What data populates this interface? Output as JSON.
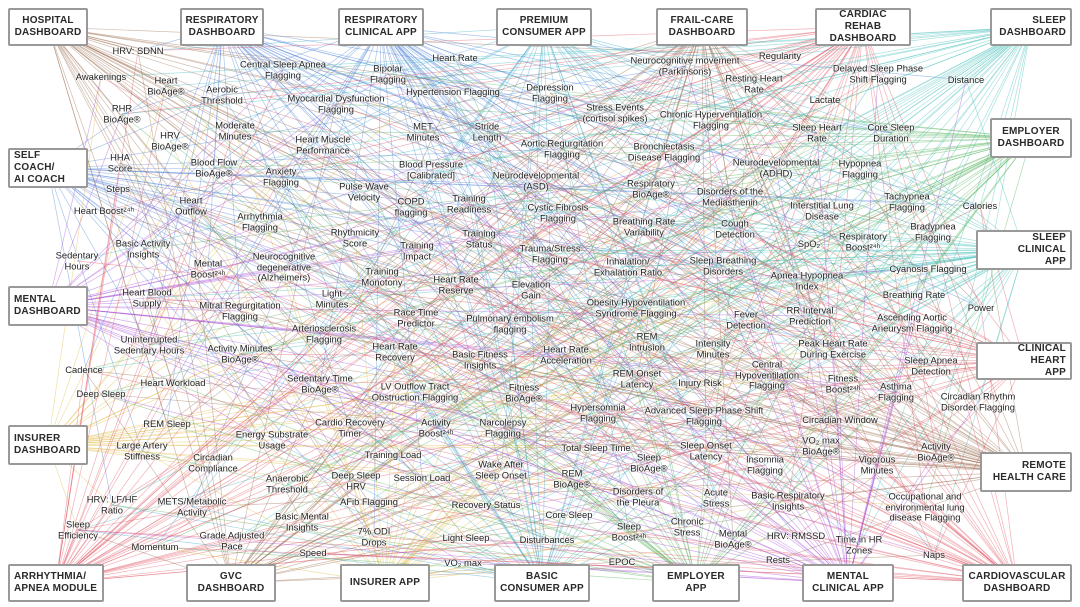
{
  "dashboards": [
    {
      "id": "hospital",
      "label": "HOSPITAL\nDASHBOARD",
      "color": "#9a6b4b"
    },
    {
      "id": "resp_dash",
      "label": "RESPIRATORY\nDASHBOARD",
      "color": "#4a7fd4"
    },
    {
      "id": "resp_clin",
      "label": "RESPIRATORY\nCLINICAL APP",
      "color": "#4a7fd4"
    },
    {
      "id": "premium",
      "label": "PREMIUM\nCONSUMER APP",
      "color": "#39a6c9"
    },
    {
      "id": "frail",
      "label": "FRAIL-CARE\nDASHBOARD",
      "color": "#9a6b4b"
    },
    {
      "id": "cardiac_rehab",
      "label": "CARDIAC REHAB\nDASHBOARD",
      "color": "#e05060"
    },
    {
      "id": "sleep_dash",
      "label": "SLEEP\nDASHBOARD",
      "color": "#3bbcb8"
    },
    {
      "id": "self_coach",
      "label": "SELF COACH/\nAI COACH",
      "color": "#4a7fd4"
    },
    {
      "id": "employer_dash",
      "label": "EMPLOYER\nDASHBOARD",
      "color": "#4caf50"
    },
    {
      "id": "sleep_clin",
      "label": "SLEEP CLINICAL\nAPP",
      "color": "#3bbcb8"
    },
    {
      "id": "mental_dash",
      "label": "MENTAL\nDASHBOARD",
      "color": "#a64ad6"
    },
    {
      "id": "clin_heart",
      "label": "CLINICAL HEART\nAPP",
      "color": "#e05060"
    },
    {
      "id": "insurer_dash",
      "label": "INSURER\nDASHBOARD",
      "color": "#e0b93a"
    },
    {
      "id": "remote",
      "label": "REMOTE\nHEALTH CARE",
      "color": "#9a6b4b"
    },
    {
      "id": "arrhythmia",
      "label": "ARRHYTHMIA/\nAPNEA MODULE",
      "color": "#e05060"
    },
    {
      "id": "gvc",
      "label": "GVC\nDASHBOARD",
      "color": "#9a6b4b"
    },
    {
      "id": "insurer_app",
      "label": "INSURER APP",
      "color": "#e0b93a"
    },
    {
      "id": "basic",
      "label": "BASIC\nCONSUMER APP",
      "color": "#39a6c9"
    },
    {
      "id": "employer_app",
      "label": "EMPLOYER\nAPP",
      "color": "#4caf50"
    },
    {
      "id": "mental_clin",
      "label": "MENTAL\nCLINICAL APP",
      "color": "#a64ad6"
    },
    {
      "id": "cardio",
      "label": "CARDIOVASCULAR\nDASHBOARD",
      "color": "#e05060"
    }
  ],
  "features": [
    "HRV: SDNN",
    "Heart Rate",
    "Neurocognitive movement\n(Parkinsons)",
    "Regularity",
    "Central Sleep Apnea\nFlagging",
    "Bipolar\nFlagging",
    "Delayed Sleep Phase\nShift Flagging",
    "Distance",
    "Awakenings",
    "Heart\nBioAge®",
    "Aerobic\nThreshold",
    "Depression\nFlagging",
    "Resting Heart\nRate",
    "Hypertension Flagging",
    "Myocardial Dysfunction\nFlagging",
    "Lactate",
    "RHR\nBioAge®",
    "Stress Events\n(cortisol spikes)",
    "Chronic Hyperventilation\nFlagging",
    "Moderate\nMinutes",
    "MET\nMinutes",
    "Stride\nLength",
    "Sleep Heart\nRate",
    "Core Sleep\nDuration",
    "HRV\nBioAge®",
    "Heart Muscle\nPerformance",
    "Aortic Regurgitation\nFlagging",
    "Bronchiectasis\nDisease Flagging",
    "HHA\nScore",
    "Blood Flow\nBioAge®",
    "Blood Pressure\n[Calibrated]",
    "Neurodevelopmental\n(ADHD)",
    "Hypopnea\nFlagging",
    "Anxiety\nFlagging",
    "Neurodevelopmental\n(ASD)",
    "Steps",
    "Pulse Wave\nVelocity",
    "Respiratory\nBioAge®",
    "Disorders of the\nMediasthenin",
    "Tachypnea\nFlagging",
    "Heart Boost²⁴ʰ",
    "Heart\nOutflow",
    "COPD\nflagging",
    "Training\nReadiness",
    "Cystic Fibrosis\nFlagging",
    "Calories",
    "Arrhythmia\nFlagging",
    "Interstitial Lung\nDisease",
    "Cough\nDetection",
    "Bradypnea\nFlagging",
    "Rhythmicity\nScore",
    "Training\nStatus",
    "Breathing Rate\nVariability",
    "Basic Activity\nInsights",
    "Training\nImpact",
    "Trauma/Stress\nFlagging",
    "SpO₂",
    "Respiratory\nBoost²⁴ʰ",
    "Sedentary\nHours",
    "Neurocognitive\ndegenerative\n(Alzheimers)",
    "Mental\nBoost²⁴ʰ",
    "Sleep Breathing\nDisorders",
    "Inhalation/\nExhalation Ratio",
    "Cyanosis Flagging",
    "Training\nMonotony",
    "Apnea Hypopnea\nIndex",
    "Heart Rate\nReserve",
    "Elevation\nGain",
    "Heart Blood\nSupply",
    "Light\nMinutes",
    "Breathing Rate",
    "Obesity Hypoventilation\nSyndrome Flagging",
    "Mitral Regurgitation\nFlagging",
    "RR Interval\nPrediction",
    "Power",
    "Race Time\nPredictor",
    "Fever\nDetection",
    "Ascending Aortic\nAneurysm Flagging",
    "Pulmonary embolism\nflagging",
    "Arteriosclerosis\nFlagging",
    "Uninterrupted\nSedentary Hours",
    "REM\nIntrusion",
    "Activity Minutes\nBioAge®",
    "Heart Rate\nRecovery",
    "Peak Heart Rate\nDuring Exercise",
    "Intensity\nMinutes",
    "Basic Fitness\nInsights",
    "Heart Rate\nAcceleration",
    "Sleep Apnea\nDetection",
    "Central\nHypoventilation\nFlagging",
    "Cadence",
    "REM Onset\nLatency",
    "Sedentary Time\nBioAge®",
    "Fitness\nBoost²⁴ʰ",
    "Heart Workload",
    "Injury Risk",
    "LV Outflow Tract\nObstruction Flagging",
    "Asthma\nFlagging",
    "Circadian Rhythm\nDisorder Flagging",
    "Deep Sleep",
    "Fitness\nBioAge®",
    "Hypersomnia\nFlagging",
    "Advanced Sleep Phase Shift\nFlagging",
    "REM Sleep",
    "Cardio Recovery\nTimer",
    "Circadian Window",
    "Activity\nBoost²⁴ʰ",
    "Energy Substrate\nUsage",
    "Narcolepsy\nFlagging",
    "Large Artery\nStiffness",
    "Total Sleep Time",
    "VO₂ max\nBioAge®",
    "Sleep Onset\nLatency",
    "Activity\nBioAge®",
    "Circadian\nCompliance",
    "Training Load",
    "Sleep\nBioAge®",
    "Insomnia\nFlagging",
    "Vigorous\nMinutes",
    "Wake After\nSleep Onset",
    "Anaerobic\nThreshold",
    "Deep Sleep\nHRV",
    "Session Load",
    "REM\nBioAge®",
    "Disorders of\nthe Pleura",
    "Acute\nStress",
    "Basic Respiratory\nInsights",
    "Occupational and\nenvironmental lung\ndisease Flagging",
    "HRV: LF/HF\nRatio",
    "METS/Metabolic\nActivity",
    "AFib Flagging",
    "Recovery Status",
    "Basic Mental\nInsights",
    "Sleep\nEfficiency",
    "Core Sleep",
    "Chronic\nStress",
    "Grade Adjusted\nPace",
    "7% ODI\nDrops",
    "Sleep\nBoost²⁴ʰ",
    "Mental\nBioAge®",
    "HRV: RMSSD",
    "Time in HR\nZones",
    "Momentum",
    "Light Sleep",
    "Disturbances",
    "Speed",
    "Naps",
    "VO₂ max",
    "EPOC",
    "Rests"
  ]
}
